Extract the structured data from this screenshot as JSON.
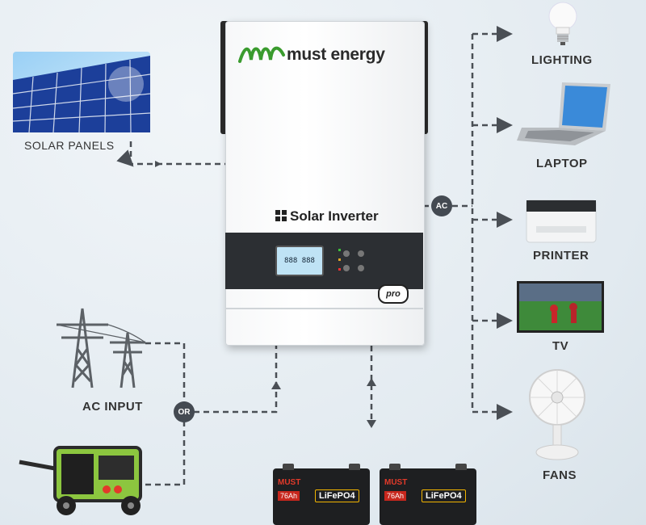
{
  "inverter": {
    "brand": "must energy",
    "model": "Solar Inverter",
    "badge": "pro",
    "display_readout": "888 888"
  },
  "labels": {
    "solar_panels": "SOLAR PANELS",
    "ac_input": "AC INPUT",
    "lighting": "LIGHTING",
    "laptop": "LAPTOP",
    "printer": "PRINTER",
    "tv": "TV",
    "fans": "FANS"
  },
  "badges": {
    "ac": "AC",
    "or": "OR"
  },
  "batteries": [
    {
      "brand": "MUST",
      "capacity": "76Ah",
      "chemistry": "LiFePO4"
    },
    {
      "brand": "MUST",
      "capacity": "76Ah",
      "chemistry": "LiFePO4"
    }
  ],
  "colors": {
    "wire": "#4a4f55",
    "badge": "#444a52",
    "generator_green": "#8cc63f",
    "panel_blue": "#1c3f9a"
  }
}
